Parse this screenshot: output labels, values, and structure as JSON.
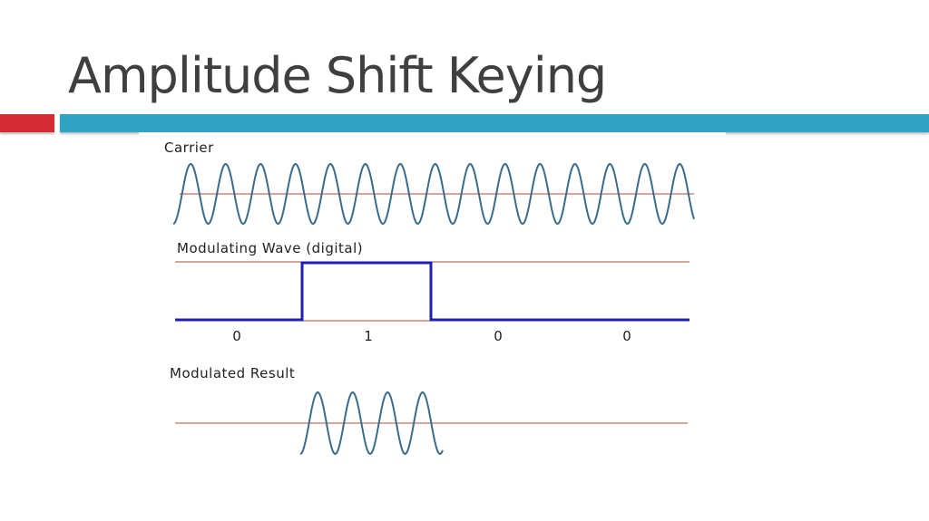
{
  "slide": {
    "title": "Amplitude Shift Keying"
  },
  "diagram": {
    "carrier_label": "Carrier",
    "modulating_label": "Modulating Wave (digital)",
    "result_label": "Modulated Result",
    "bits": [
      "0",
      "1",
      "0",
      "0"
    ],
    "colors": {
      "wave": "#3b6b8c",
      "reference_line": "#b54a3a",
      "digital_signal": "#1f1fb8",
      "accent_red": "#d52c33",
      "accent_blue": "#2fa3c1",
      "title_text": "#3f3f3f"
    }
  }
}
